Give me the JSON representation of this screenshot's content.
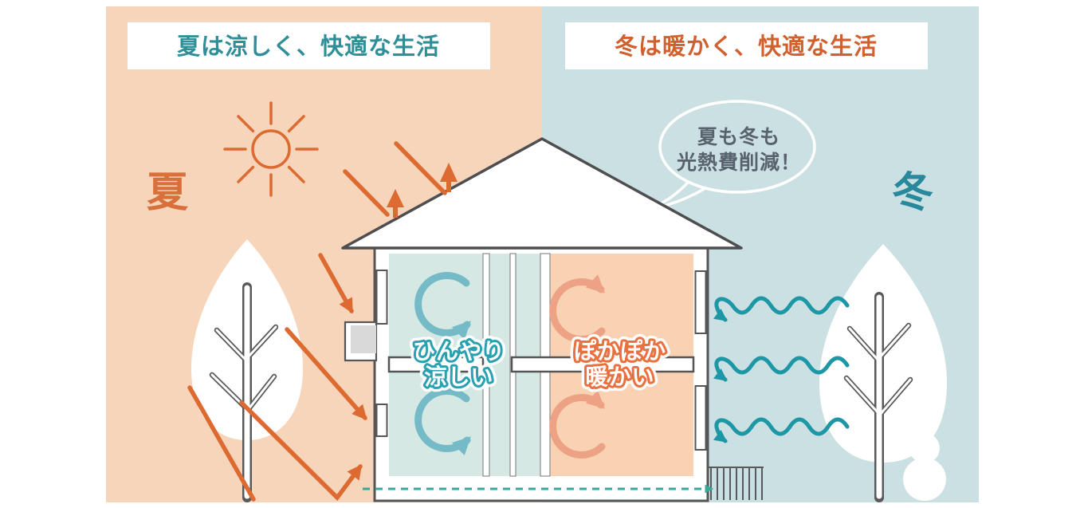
{
  "banners": {
    "summer": "夏は涼しく、快適な生活",
    "winter": "冬は暖かく、快適な生活"
  },
  "season_labels": {
    "summer": "夏",
    "winter": "冬"
  },
  "speech_bubble": {
    "line1": "夏も冬も",
    "line2": "光熱費削減！"
  },
  "room_labels": {
    "cool": {
      "line1": "ひんやり",
      "line2": "涼しい"
    },
    "warm": {
      "line1": "ぽかぽか",
      "line2": "暖かい"
    }
  },
  "colors": {
    "summer_bg": "#f7d5ba",
    "winter_bg": "#cbe0e2",
    "cool_room": "#d5e8e4",
    "warm_room": "#f8d2b3",
    "summer_accent": "#dd6a30",
    "summer_banner_text": "#d1602f",
    "winter_banner_text": "#2e8f99",
    "winter_season_text": "#27899b",
    "summer_season_text": "#d8703c",
    "wind_teal": "#1d96a5",
    "ground_line_teal": "#3aa79b",
    "circulation_cool": "#74bbc7",
    "circulation_warm": "#eda285",
    "cool_label_stroke": "#2ba0b0",
    "warm_label_stroke": "#e8713f",
    "outline_gray": "#555555",
    "awning_gray": "#d9d9d9",
    "bubble_text": "#59636d"
  }
}
